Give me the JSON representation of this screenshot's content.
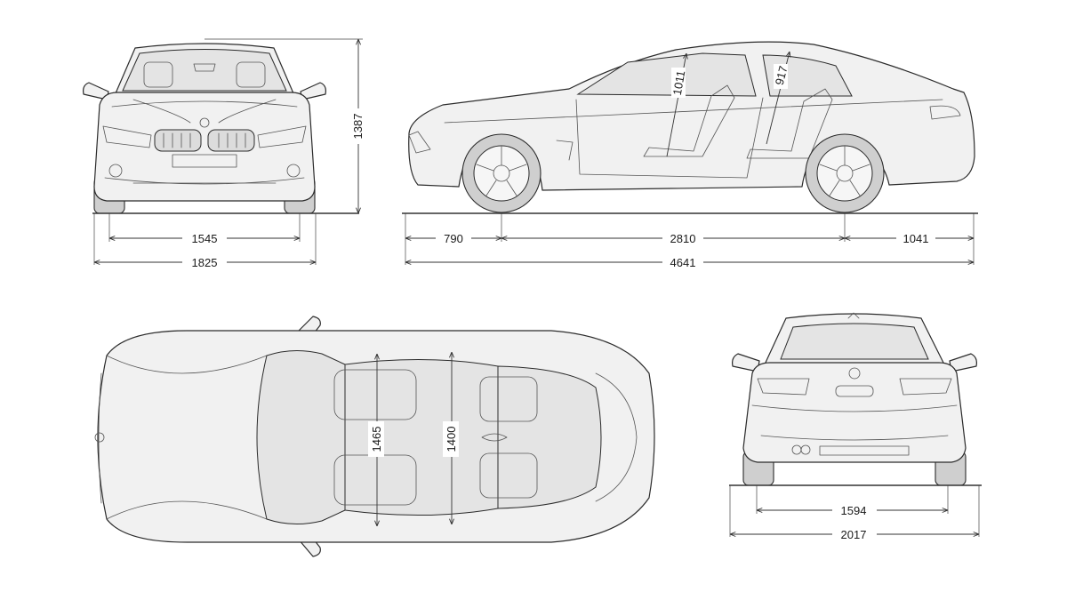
{
  "dimensions": {
    "front_track": "1545",
    "front_width": "1825",
    "height": "1387",
    "front_overhang": "790",
    "wheelbase": "2810",
    "rear_overhang": "1041",
    "overall_length": "4641",
    "front_headroom": "1011",
    "rear_headroom": "917",
    "front_shoulder_width": "1465",
    "rear_shoulder_width": "1400",
    "rear_track": "1594",
    "width_with_mirrors": "2017"
  },
  "colors": {
    "line": "#2b2b2b",
    "body_fill": "#f1f1f1",
    "glass_fill": "#e4e4e4",
    "background": "#ffffff"
  }
}
